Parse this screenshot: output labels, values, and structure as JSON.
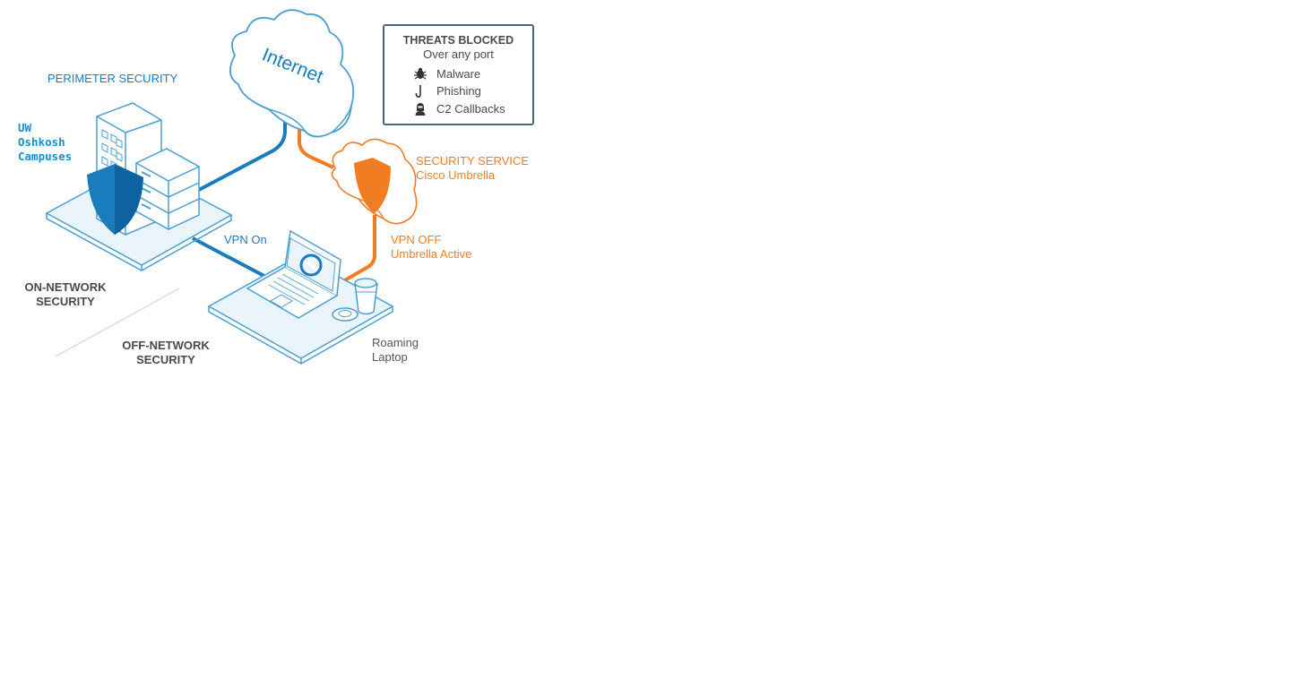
{
  "labels": {
    "perimeter_security": "PERIMETER SECURITY",
    "uw_campus": [
      "UW",
      "Oshkosh",
      "Campuses"
    ],
    "security_service": "SECURITY SERVICE",
    "cisco_umbrella": "Cisco Umbrella",
    "vpn_on": "VPN On",
    "vpn_off": "VPN OFF",
    "umbrella_active": "Umbrella Active",
    "on_network": [
      "ON-NETWORK",
      "SECURITY"
    ],
    "off_network": [
      "OFF-NETWORK",
      "SECURITY"
    ],
    "roaming_laptop": [
      "Roaming",
      "Laptop"
    ],
    "internet": "Internet"
  },
  "threats": {
    "title": "THREATS BLOCKED",
    "subtitle": "Over any port",
    "items": [
      {
        "label": "Malware",
        "icon": "bug-icon"
      },
      {
        "label": "Phishing",
        "icon": "fishhook-icon"
      },
      {
        "label": "C2 Callbacks",
        "icon": "masked-figure-icon"
      }
    ]
  },
  "colors": {
    "blue": "#1a7bbd",
    "orange": "#f07d22",
    "outline_blue": "#4a9fd0",
    "fill_light": "#eaf5fb"
  }
}
